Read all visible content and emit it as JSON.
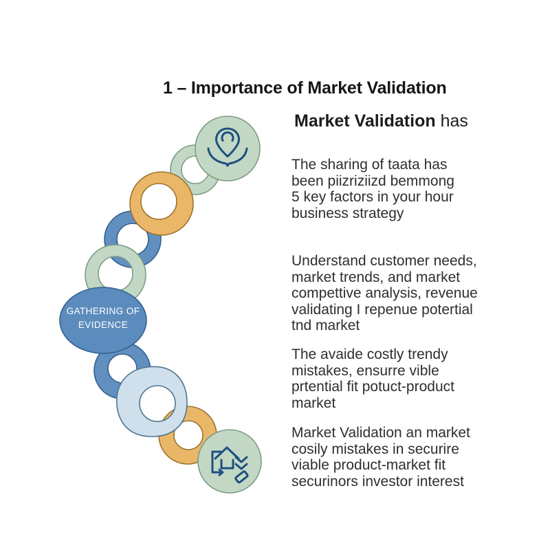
{
  "title": "1 – Importance of Market Validation",
  "content": {
    "heading_bold": "Market Validation",
    "heading_rest": " has",
    "paragraphs": [
      "The sharing of taata has\nbeen piizriziizd bemmong\n5 key factors in your hour\nbusiness strategy",
      "Understand customer needs,\nmarket trends, and market\ncompettive analysis, revenue\nvalidating I repenue potertial\ntnd market",
      "The avaide costly trendy\nmistakes, ensurre vible\nprtential fit potuct-product\nmarket",
      "Market Validation an market\ncosily mistakes in securire\nviable product-market fit\nsecurinors investor interest"
    ]
  },
  "diagram": {
    "node_label": "GATHERING OF\nEVIDENCE",
    "top_icon": "location-pin-map-icon",
    "bottom_icon": "house-export-icon"
  },
  "colors": {
    "green": "#c2d8c5",
    "green_stroke": "#7d9c83",
    "orange": "#eab768",
    "orange_stroke": "#9a7232",
    "blue": "#6190c0",
    "blue_stroke": "#33608f",
    "light_blue": "#cfdfec",
    "light_blue_stroke": "#4f758f",
    "node_fill": "#5c8cbe",
    "node_stroke": "#33608f",
    "icon": "#1d4f7e"
  }
}
